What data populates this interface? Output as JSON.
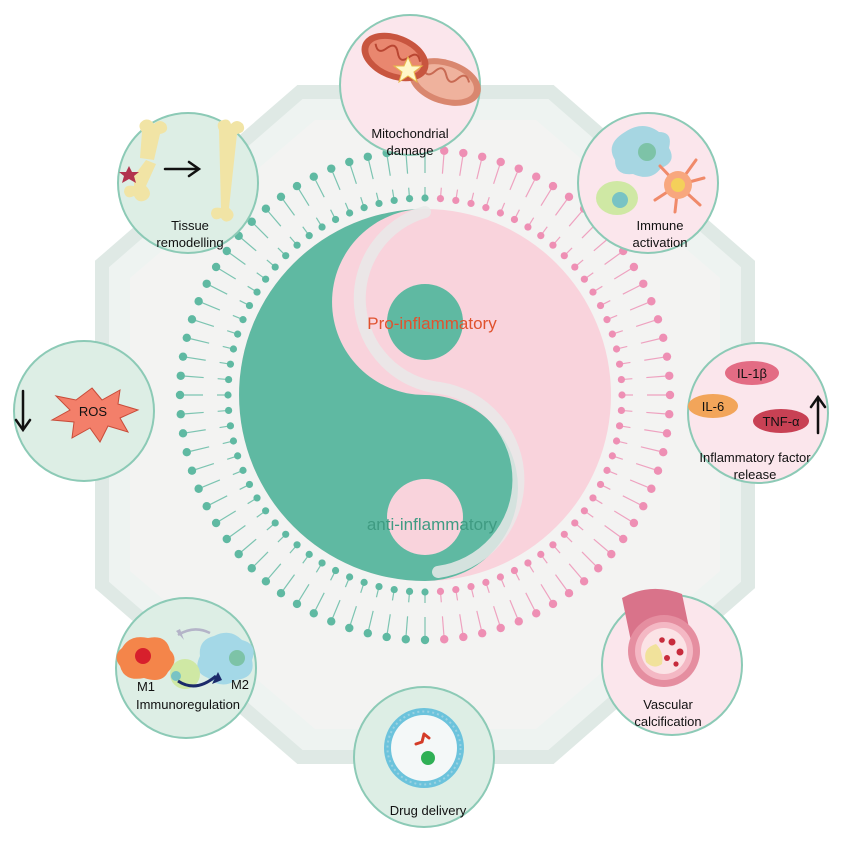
{
  "center": {
    "pro_label": "Pro-inflammatory",
    "anti_label": "anti-inflammatory",
    "pro_color": "#e0522e",
    "anti_color": "#3f9b82",
    "teal": "#5fb9a2",
    "pink": "#f9d3dc"
  },
  "nodes": {
    "mito": {
      "line1": "Mitochondrial",
      "line2": "damage"
    },
    "immune": {
      "line1": "Immune",
      "line2": "activation"
    },
    "inflam": {
      "line1": "Inflammatory factor",
      "line2": "release",
      "il1b": "IL-1β",
      "il6": "IL-6",
      "tnf": "TNF-α"
    },
    "vascular": {
      "line1": "Vascular",
      "line2": "calcification"
    },
    "drug": {
      "line1": "Drug delivery"
    },
    "immunoreg": {
      "line1": "Immunoregulation",
      "m1": "M1",
      "m2": "M2"
    },
    "ros": {
      "label": "ROS"
    },
    "tissue": {
      "line1": "Tissue",
      "line2": "remodelling"
    }
  }
}
